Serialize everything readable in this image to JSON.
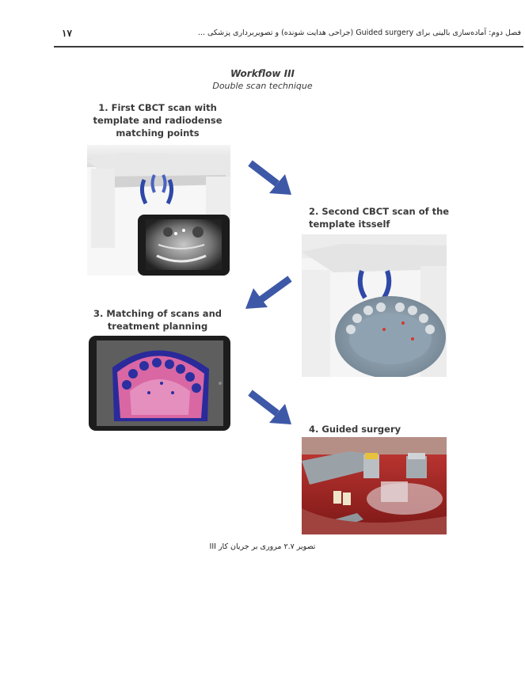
{
  "header": {
    "page_number": "۱۷",
    "running_head": "فصل دوم: آماده‌سازی بالینی برای Guided surgery (جراحی هدایت شونده) و تصویربرداری پزشکی ..."
  },
  "figure": {
    "title": "Workflow III",
    "subtitle": "Double scan technique",
    "steps": [
      "1.  First CBCT scan with template and radiodense matching points",
      "2. Second CBCT scan of the template itsself",
      "3. Matching of scans and treatment planning",
      "4. Guided surgery"
    ],
    "caption": "تصویر ۲.۷ مروری بر جریان کار III"
  },
  "colors": {
    "arrow": "#3e58a8",
    "rule": "#3a3a3a"
  }
}
